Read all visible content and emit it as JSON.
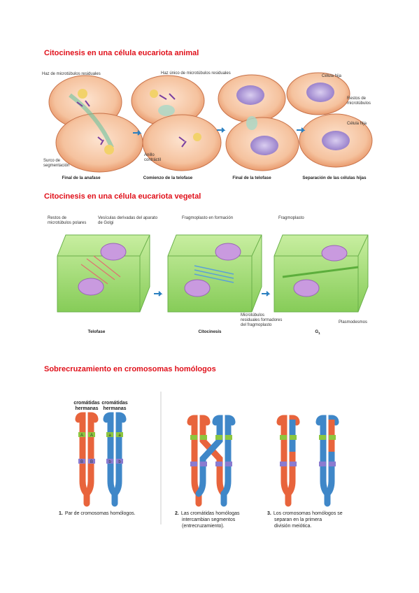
{
  "section1": {
    "title": "Citocinesis en una célula eucariota animal",
    "labels": {
      "haz_residuales": "Haz de microtúbulos residuales",
      "haz_unico": "Haz único de microtúbulos residuales",
      "celula_hija_1": "Célula hija",
      "restos_1": "Restos de",
      "restos_2": "microtúbulos",
      "celula_hija_2": "Célula hija",
      "surco_1": "Surco de",
      "surco_2": "segmentación",
      "anillo_1": "Anillo",
      "anillo_2": "contráctil"
    },
    "captions": [
      "Final de la anafase",
      "Comienzo de la telofase",
      "Final de la telofase",
      "Separación de las células hijas"
    ]
  },
  "section2": {
    "title": "Citocinesis en una célula eucariota vegetal",
    "labels": {
      "restos_1": "Restos de",
      "restos_2": "microtúbulos polares",
      "vesiculas_1": "Vesículas derivadas del aparato",
      "vesiculas_2": "de Golgi",
      "fragmoplasto_formacion": "Fragmoplasto en formación",
      "fragmoplasto": "Fragmoplasto",
      "micro_1": "Microtúbulos",
      "micro_2": "residuales formadores",
      "micro_3": "del fragmoplasto",
      "plasmodesmos": "Plasmodesmos"
    },
    "captions": [
      "Telofase",
      "Citocinesis",
      "G"
    ],
    "caption_sub": "1"
  },
  "section3": {
    "title": "Sobrecruzamiento en cromosomas homólogos",
    "labels": {
      "cromatidas_1": "cromátidas",
      "hermanas_1": "hermanas",
      "cromatidas_2": "cromátidas",
      "hermanas_2": "hermanas"
    },
    "genes": {
      "A": "A",
      "a": "a",
      "B": "B",
      "b": "b"
    },
    "steps": [
      {
        "num": "1.",
        "lines": [
          "Par de cromosomas homólogos."
        ]
      },
      {
        "num": "2.",
        "lines": [
          "Las cromátidas homólogas",
          "intercambian segmentos",
          "(entrecruzamiento)."
        ]
      },
      {
        "num": "3.",
        "lines": [
          "Los cromosomas homólogos se",
          "separan en la primera",
          "división meiótica."
        ]
      }
    ]
  },
  "colors": {
    "title_red": "#e0101a",
    "cell_peach": "#f6c9a4",
    "cell_orange": "#e7925f",
    "nucleus_purple": "#a58ccf",
    "plant_green": "#9bd86a",
    "chrom_red": "#e8643c",
    "chrom_blue": "#3f87c8",
    "band_green": "#8cc63f",
    "band_purple": "#8a7bd0"
  }
}
